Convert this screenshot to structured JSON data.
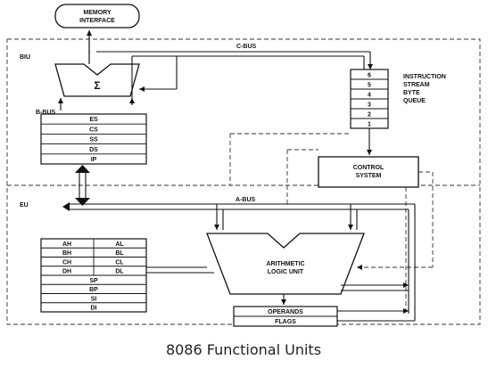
{
  "diagram": {
    "memory_interface": "MEMORY\nINTERFACE",
    "biu_label": "BIU",
    "eu_label": "EU",
    "c_bus": "C-BUS",
    "b_bus": "B-BUS",
    "a_bus": "A-BUS",
    "sigma": "Σ",
    "segment_registers": [
      "ES",
      "CS",
      "SS",
      "DS",
      "IP"
    ],
    "queue_slots": [
      "6",
      "5",
      "4",
      "3",
      "2",
      "1"
    ],
    "queue_label": "INSTRUCTION\nSTREAM\nBYTE\nQUEUE",
    "control_system": "CONTROL\nSYSTEM",
    "general_registers_left": [
      "AH",
      "BH",
      "CH",
      "DH"
    ],
    "general_registers_right": [
      "AL",
      "BL",
      "CL",
      "DL"
    ],
    "pointer_registers": [
      "SP",
      "BP",
      "SI",
      "DI"
    ],
    "alu_label": "ARITHMETIC\nLOGIC UNIT",
    "operands": "OPERANDS",
    "flags": "FLAGS"
  },
  "caption": "8086 Functional Units"
}
